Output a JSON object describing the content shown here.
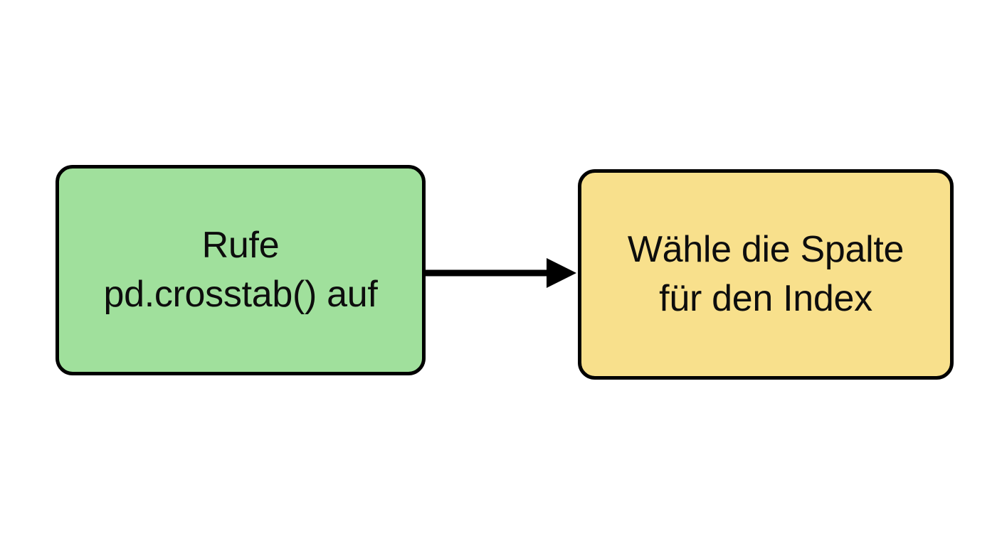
{
  "diagram": {
    "type": "flowchart",
    "orientation": "left-to-right",
    "background_color": "#ffffff",
    "nodes": [
      {
        "id": "call-crosstab",
        "shape": "rounded-rectangle",
        "fill_color": "#a0e09c",
        "border_color": "#000000",
        "text_color": "#0d0d0d",
        "lines": [
          "Rufe",
          "pd.crosstab() auf"
        ]
      },
      {
        "id": "choose-index-column",
        "shape": "rounded-rectangle",
        "fill_color": "#f8e08c",
        "border_color": "#000000",
        "text_color": "#0d0d0d",
        "lines": [
          "Wähle die Spalte",
          "für den Index"
        ]
      }
    ],
    "edges": [
      {
        "id": "edge-crosstab-to-index",
        "from": "call-crosstab",
        "to": "choose-index-column",
        "style": "solid",
        "color": "#000000",
        "arrowhead": "filled-triangle",
        "label": ""
      }
    ]
  }
}
